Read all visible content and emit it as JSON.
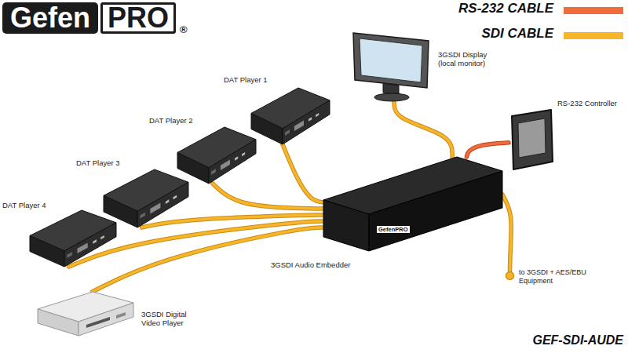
{
  "diagram": {
    "nodes": [
      {
        "text": [
          "3GSDI Display (local monitor)"
        ]
      },
      {
        "text": [
          "RS-232 Controller"
        ]
      },
      {
        "text": [
          "DAT Player 1"
        ]
      },
      {
        "text": [
          "DAT Player 2"
        ]
      },
      {
        "text": [
          "DAT Player 3"
        ]
      },
      {
        "text": [
          "DAT Player 4"
        ]
      },
      {
        "text": [
          "3GSDI Audio Embedder",
          "GefenPRO"
        ]
      },
      {
        "text": [
          "to 3GSDI + AES/EBU Equipment"
        ]
      },
      {
        "text": [
          "3GSDI Digital Video Player"
        ]
      }
    ],
    "edges": [
      {
        "from": 2,
        "to": 6,
        "arrow": "none"
      },
      {
        "from": 3,
        "to": 6,
        "arrow": "none"
      },
      {
        "from": 4,
        "to": 6,
        "arrow": "none"
      },
      {
        "from": 5,
        "to": 6,
        "arrow": "none"
      },
      {
        "from": 8,
        "to": 6,
        "arrow": "none"
      },
      {
        "from": 6,
        "to": 0,
        "arrow": "none"
      },
      {
        "from": 1,
        "to": 6,
        "arrow": "none"
      },
      {
        "from": 6,
        "to": 7,
        "arrow": "none"
      }
    ],
    "labels": [
      "Gefen",
      "PRO",
      "®",
      "GEF-SDI-AUDE"
    ],
    "legend": [
      {
        "text": "RS-232 CABLE",
        "color": "#f26b3a"
      },
      {
        "text": "SDI CABLE",
        "color": "#f7b52c"
      }
    ]
  }
}
